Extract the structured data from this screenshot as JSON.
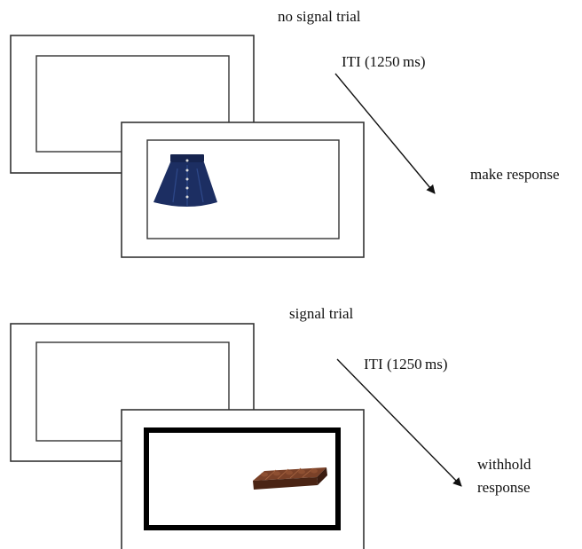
{
  "panels": {
    "top": {
      "title": "no signal trial",
      "iti": "ITI (1250 ms)",
      "response_lines": [
        "make response"
      ],
      "stimulus": "skirt"
    },
    "bottom": {
      "title": "signal trial",
      "iti": "ITI (1250 ms)",
      "response_lines": [
        "withhold",
        "response"
      ],
      "stimulus": "chocolate-bar"
    }
  },
  "colors": {
    "frame": "#333333",
    "signal_border": "#000000",
    "skirt": "#1c2e62",
    "chocolate": "#5a2e1b"
  }
}
